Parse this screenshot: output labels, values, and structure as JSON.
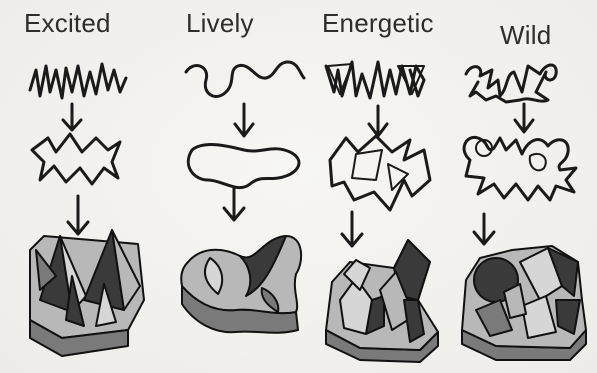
{
  "columns": [
    {
      "title": "Excited"
    },
    {
      "title": "Lively"
    },
    {
      "title": "Energetic"
    },
    {
      "title": "Wild"
    }
  ]
}
